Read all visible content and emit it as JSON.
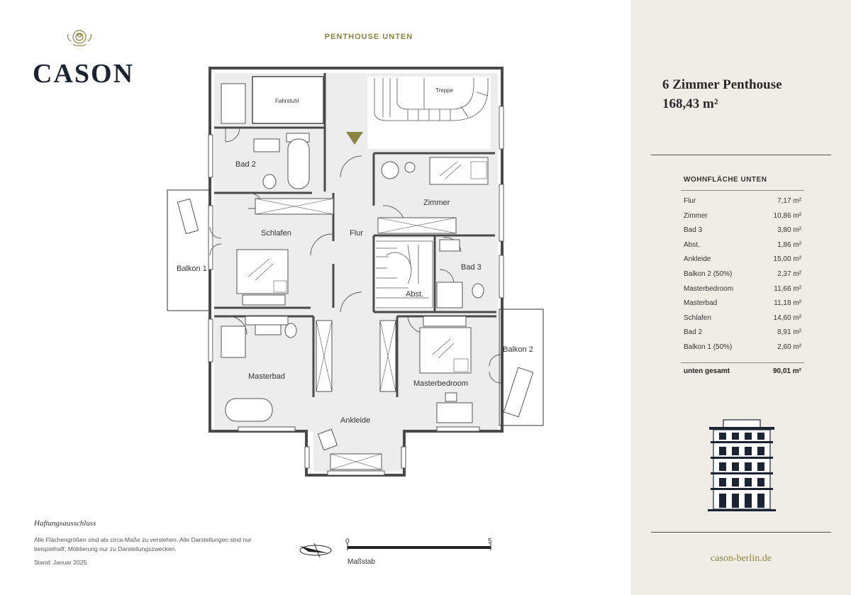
{
  "brand": {
    "name": "CASON",
    "url": "cason-berlin.de"
  },
  "plan": {
    "title": "PENTHOUSE UNTEN",
    "rooms": {
      "fahrstuhl": "Fahrstuhl",
      "treppe": "Treppe",
      "bad2": "Bad 2",
      "zimmer": "Zimmer",
      "schlafen": "Schlafen",
      "flur": "Flur",
      "balkon1": "Balkon 1",
      "bad3": "Bad 3",
      "abst": "Abst.",
      "balkon2": "Balkon 2",
      "masterbad": "Masterbad",
      "masterbedroom": "Masterbedroom",
      "ankleide": "Ankleide"
    },
    "scale": {
      "start": "0",
      "end": "5",
      "label": "Maßstab"
    }
  },
  "disclaimer": {
    "title": "Haftungsausschluss",
    "text": "Alle Flächengrößen sind als circa-Maße zu verstehen. Alle Darstellungen sind nur beispielhaft; Möblierung nur zu Darstellungszwecken.",
    "date": "Stand: Januar 2025"
  },
  "summary": {
    "title_line1": "6 Zimmer Penthouse",
    "title_line2": "168,43 m²",
    "table_title": "WOHNFLÄCHE UNTEN",
    "rows": [
      {
        "label": "Flur",
        "value": "7,17 m²"
      },
      {
        "label": "Zimmer",
        "value": "10,86 m²"
      },
      {
        "label": "Bad 3",
        "value": "3,80 m²"
      },
      {
        "label": "Abst.",
        "value": "1,86 m²"
      },
      {
        "label": "Ankleide",
        "value": "15,00 m²"
      },
      {
        "label": "Balkon 2 (50%)",
        "value": "2,37 m²"
      },
      {
        "label": "Masterbedroom",
        "value": "11,66 m²"
      },
      {
        "label": "Masterbad",
        "value": "11,18 m²"
      },
      {
        "label": "Schlafen",
        "value": "14,60 m²"
      },
      {
        "label": "Bad 2",
        "value": "8,91 m²"
      },
      {
        "label": "Balkon 1 (50%)",
        "value": "2,60 m²"
      }
    ],
    "total": {
      "label": "unten gesamt",
      "value": "90,01 m²"
    }
  },
  "colors": {
    "accent": "#8a8442",
    "panel": "#f0ede6",
    "floor": "#ececec",
    "wall": "#4a4a4a"
  }
}
